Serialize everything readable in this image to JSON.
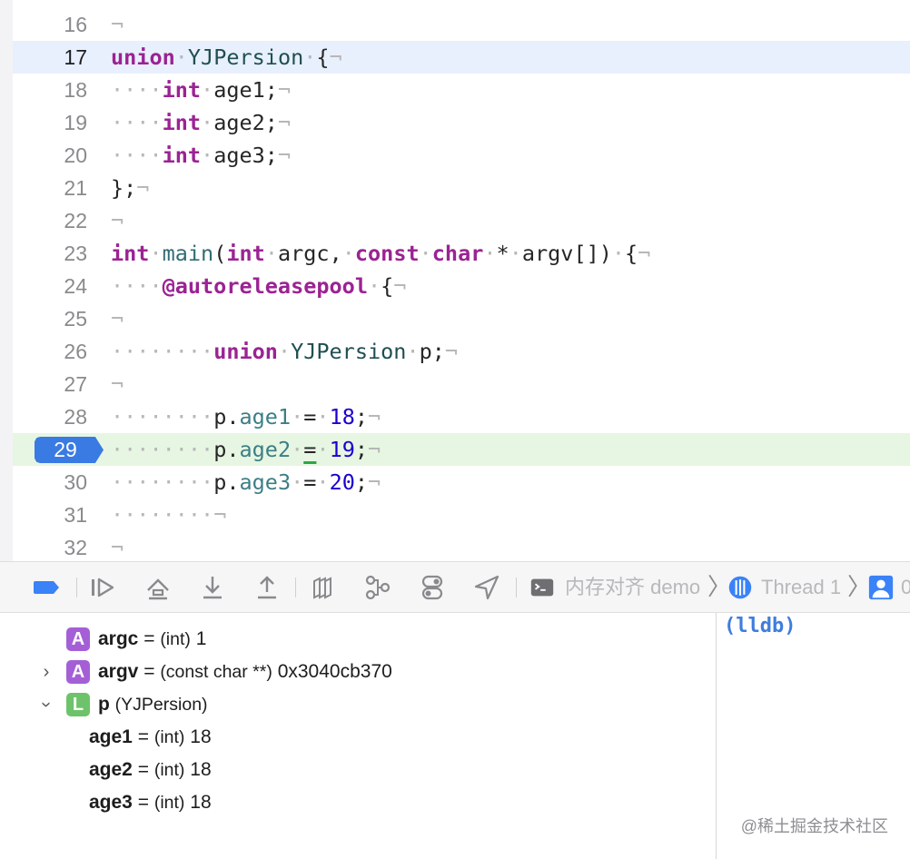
{
  "editor": {
    "line_numbers": {
      "l16": "16",
      "l17": "17",
      "l18": "18",
      "l19": "19",
      "l20": "20",
      "l21": "21",
      "l22": "22",
      "l23": "23",
      "l24": "24",
      "l25": "25",
      "l26": "26",
      "l27": "27",
      "l28": "28",
      "l29": "29",
      "l30": "30",
      "l31": "31",
      "l32": "32"
    },
    "current_line": "17",
    "breakpoint_line": "29",
    "code": {
      "union_kw": "union",
      "type_name": "YJPersion",
      "int_kw": "int",
      "age1": "age1",
      "age2": "age2",
      "age3": "age3",
      "close_brace": "};",
      "main_fn": "main",
      "argc": "argc",
      "const_kw": "const",
      "char_kw": "char",
      "argv": "argv",
      "autoreleasepool": "@autoreleasepool",
      "var_p": "p",
      "val18": "18",
      "val19": "19",
      "val20": "20"
    }
  },
  "debug_bar": {
    "process_label": "内存对齐 demo",
    "thread_label": "Thread 1",
    "colors": {
      "active_blue": "#3a82f7",
      "icon_gray": "#8a8a8e"
    },
    "icons": [
      "breakpoints-toggle-icon",
      "continue-icon",
      "step-over-icon",
      "step-into-icon",
      "step-out-icon",
      "view-hierarchy-icon",
      "memory-graph-icon",
      "environment-icon",
      "location-icon",
      "terminal-icon",
      "thread-icon",
      "person-icon"
    ]
  },
  "variables": [
    {
      "badge": "A",
      "name": "argc",
      "eq": "=",
      "type": "(int)",
      "value": "1"
    },
    {
      "badge": "A",
      "name": "argv",
      "eq": "=",
      "type": "(const char **)",
      "value": "0x3040cb370"
    },
    {
      "badge": "L",
      "name": "p",
      "type": "(YJPersion)"
    },
    {
      "name": "age1",
      "eq": "=",
      "type": "(int)",
      "value": "18"
    },
    {
      "name": "age2",
      "eq": "=",
      "type": "(int)",
      "value": "18"
    },
    {
      "name": "age3",
      "eq": "=",
      "type": "(int)",
      "value": "18"
    }
  ],
  "console": {
    "prompt": "(lldb)",
    "watermark": "@稀土掘金技术社区"
  }
}
